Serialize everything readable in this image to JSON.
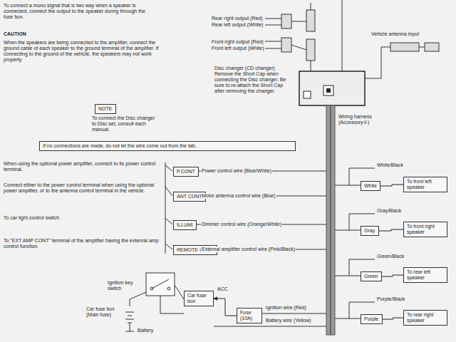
{
  "diagram": {
    "nodes": [
      {
        "text": [
          "NOTE"
        ]
      },
      {
        "text": [
          "If no connections are made, do not let the wire come out from the tab."
        ]
      },
      {
        "text": [
          "P.CONT"
        ]
      },
      {
        "text": [
          "ANT CONT"
        ]
      },
      {
        "text": [
          "ILLUMI"
        ]
      },
      {
        "text": [
          "REMOTE CONT"
        ]
      },
      {
        "text": [
          "White"
        ]
      },
      {
        "text": [
          "To front left speaker"
        ]
      },
      {
        "text": [
          "Gray"
        ]
      },
      {
        "text": [
          "To front right speaker"
        ]
      },
      {
        "text": [
          "Green"
        ]
      },
      {
        "text": [
          "To rear left speaker"
        ]
      },
      {
        "text": [
          "Purple"
        ]
      },
      {
        "text": [
          "To rear right speaker"
        ]
      },
      {
        "text": [
          "Car fuse box"
        ]
      },
      {
        "text": [
          "Fuse (10A)"
        ]
      }
    ],
    "edges": [
      {
        "from": 6,
        "to": 7,
        "arrow": "none"
      },
      {
        "from": 8,
        "to": 9,
        "arrow": "none"
      },
      {
        "from": 10,
        "to": 11,
        "arrow": "none"
      },
      {
        "from": 12,
        "to": 13,
        "arrow": "none"
      },
      {
        "from": 15,
        "to": 14,
        "arrow": "to"
      }
    ],
    "labels": [
      "To connect a mono signal that is two way when a speaker is connected, connect the output to the speaker during through the fuse box.",
      "CAUTION",
      "When the speakers are being connected to the amplifier, connect the ground cable of each speaker to the ground terminal of the amplifier. If connecting to the ground of the vehicle, the speakers may not work properly.",
      "To connect the Disc changer to Disc set, consult each manual.",
      "Rear right output (Red)",
      "Rear left output (White)",
      "Front right output (Red)",
      "Front left output (White)",
      "Vehicle antenna input",
      "Disc changer (CD changer) Remove the Short Cap when connecting the Disc changer. Be sure to re-attach the Short Cap after removing the changer.",
      "Wiring harness (Accessory①)",
      "When using the optional power amplifier, connect to its power control terminal.",
      "Power control wire (Blue/White)",
      "Connect either to the power control terminal when using the optional power amplifier, or to the antenna control terminal in the vehicle.",
      "Motor antenna control wire (Blue)",
      "To car light control switch",
      "Dimmer control wire (Orange/White)",
      "To \"EXT AMP CONT\" terminal of the amplifier having the external amp control function",
      "External amplifier control wire (Pink/Black)",
      "White/Black",
      "Gray/Black",
      "Green/Black",
      "Purple/Black",
      "Ignition key switch",
      "ACC",
      "Ignition wire (Red)",
      "Battery wire (Yellow)",
      "Car fuse box (Main fuse)",
      "Battery"
    ]
  }
}
